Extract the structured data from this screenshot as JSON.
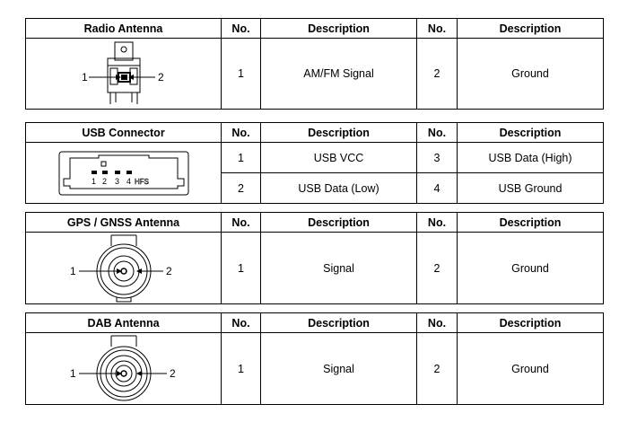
{
  "tables": [
    {
      "title": "Radio Antenna",
      "col_no": "No.",
      "col_desc": "Description",
      "col_no2": "No.",
      "col_desc2": "Description",
      "rows": [
        {
          "no1": "1",
          "desc1": "AM/FM Signal",
          "no2": "2",
          "desc2": "Ground"
        }
      ],
      "callouts": [
        "1",
        "2"
      ]
    },
    {
      "title": "USB Connector",
      "col_no": "No.",
      "col_desc": "Description",
      "col_no2": "No.",
      "col_desc2": "Description",
      "rows": [
        {
          "no1": "1",
          "desc1": "USB VCC",
          "no2": "3",
          "desc2": "USB Data (High)"
        },
        {
          "no1": "2",
          "desc1": "USB Data (Low)",
          "no2": "4",
          "desc2": "USB Ground"
        }
      ],
      "pins": [
        "1",
        "2",
        "3",
        "4"
      ],
      "marking": "HFS"
    },
    {
      "title": "GPS / GNSS Antenna",
      "col_no": "No.",
      "col_desc": "Description",
      "col_no2": "No.",
      "col_desc2": "Description",
      "rows": [
        {
          "no1": "1",
          "desc1": "Signal",
          "no2": "2",
          "desc2": "Ground"
        }
      ],
      "callouts": [
        "1",
        "2"
      ]
    },
    {
      "title": "DAB Antenna",
      "col_no": "No.",
      "col_desc": "Description",
      "col_no2": "No.",
      "col_desc2": "Description",
      "rows": [
        {
          "no1": "1",
          "desc1": "Signal",
          "no2": "2",
          "desc2": "Ground"
        }
      ],
      "callouts": [
        "1",
        "2"
      ]
    }
  ]
}
